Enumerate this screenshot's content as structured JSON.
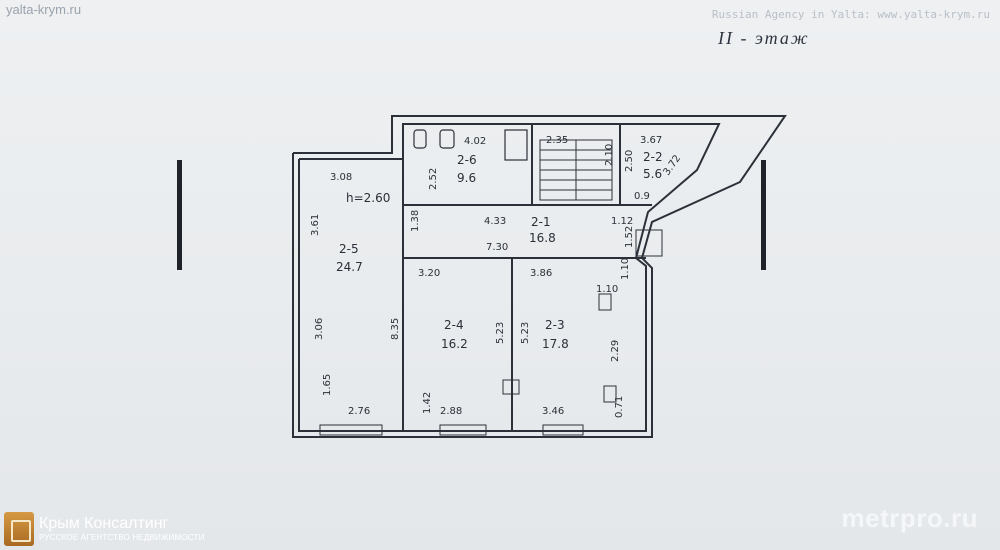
{
  "watermarks": {
    "top_left": "yalta-krym.ru",
    "top_right": "Russian Agency in Yalta: www.yalta-krym.ru",
    "bottom_right": "metrpro.ru"
  },
  "logo": {
    "name": "Крым Консалтинг",
    "subtitle": "РУССКОЕ АГЕНТСТВО НЕДВИЖИМОСТИ"
  },
  "plan": {
    "floor_title": "II - этаж",
    "ceiling_height": "h=2.60",
    "rooms": [
      {
        "id": "2-1",
        "area": "16.8"
      },
      {
        "id": "2-2",
        "area": "5.6"
      },
      {
        "id": "2-3",
        "area": "17.8"
      },
      {
        "id": "2-4",
        "area": "16.2"
      },
      {
        "id": "2-5",
        "area": "24.7"
      },
      {
        "id": "2-6",
        "area": "9.6"
      }
    ],
    "dimensions": {
      "d_3_08": "3.08",
      "d_3_61": "3.61",
      "d_3_06": "3.06",
      "d_1_65": "1.65",
      "d_2_76": "2.76",
      "d_8_35": "8.35",
      "d_1_38": "1.38",
      "d_4_02": "4.02",
      "d_2_52": "2.52",
      "d_2_35": "2.35",
      "d_2_10": "2.10",
      "d_3_67": "3.67",
      "d_2_50": "2.50",
      "d_3_72": "3.72",
      "d_0_9": "0.9",
      "d_4_33": "4.33",
      "d_7_30": "7.30",
      "d_1_12": "1.12",
      "d_1_52": "1.52",
      "d_3_20": "3.20",
      "d_3_86": "3.86",
      "d_5_23a": "5.23",
      "d_5_23b": "5.23",
      "d_1_42": "1.42",
      "d_2_88": "2.88",
      "d_3_46": "3.46",
      "d_1_10": "1.10",
      "d_1_10b": "1.10",
      "d_2_29": "2.29",
      "d_0_71": "0.71"
    }
  }
}
